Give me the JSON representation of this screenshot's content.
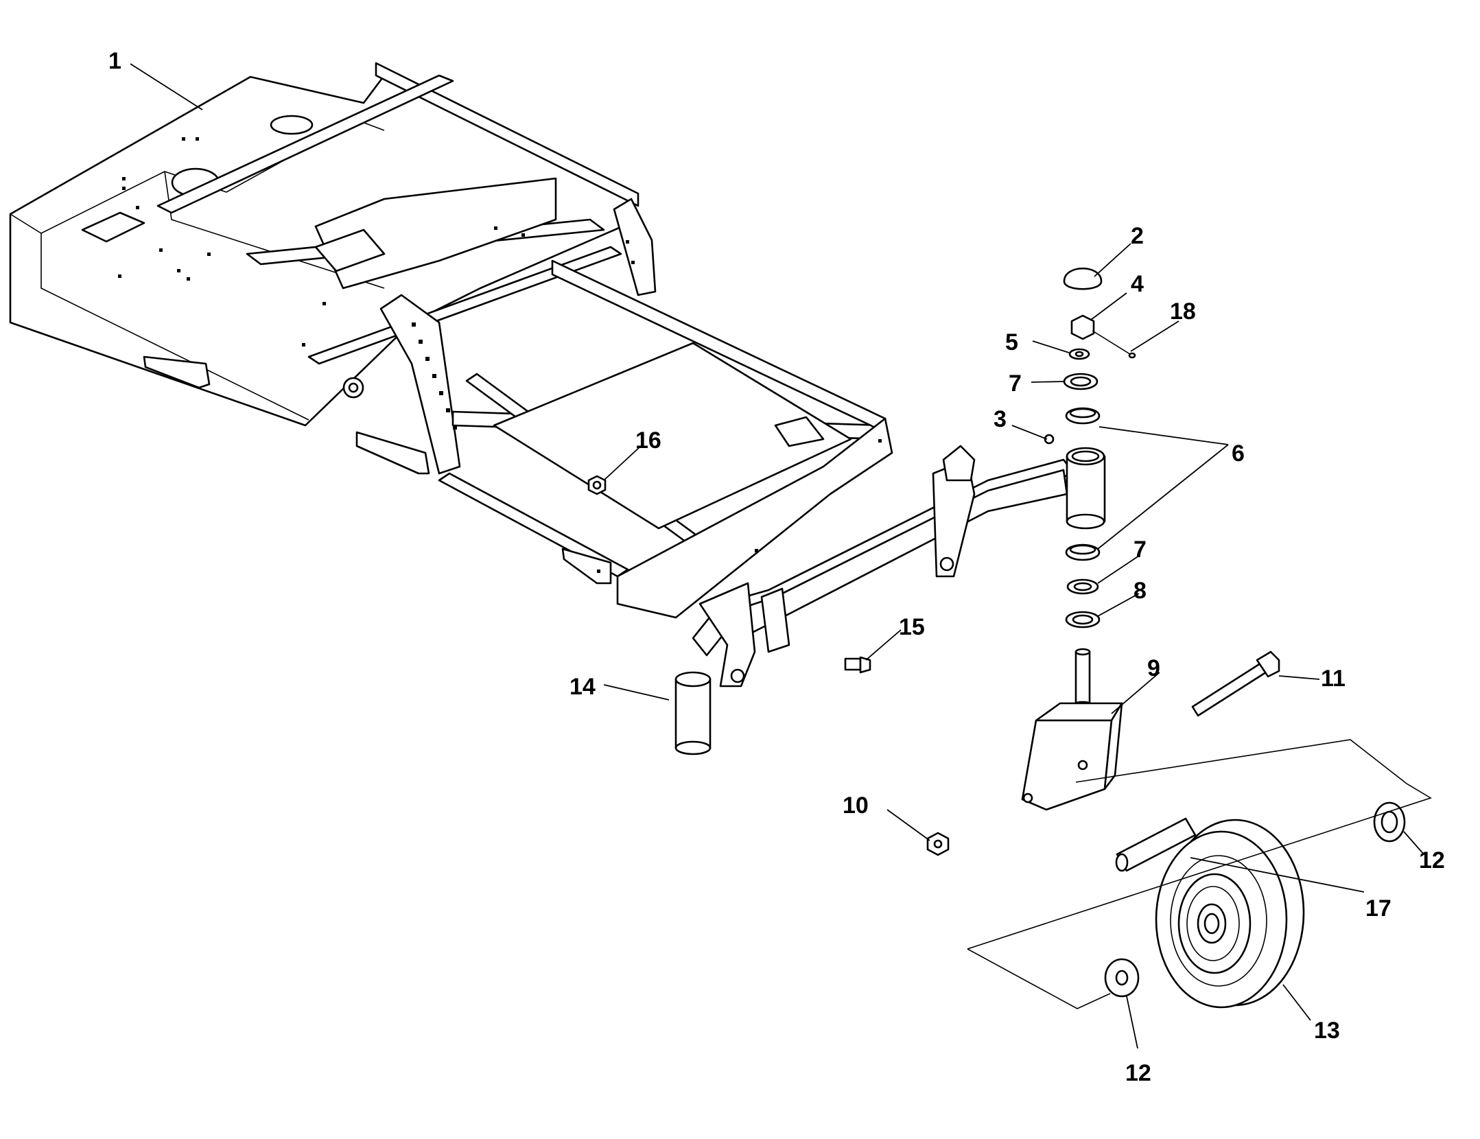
{
  "callouts": [
    "1",
    "2",
    "3",
    "4",
    "5",
    "6",
    "7",
    "7",
    "8",
    "9",
    "10",
    "11",
    "12",
    "12",
    "13",
    "14",
    "15",
    "16",
    "17",
    "18"
  ]
}
